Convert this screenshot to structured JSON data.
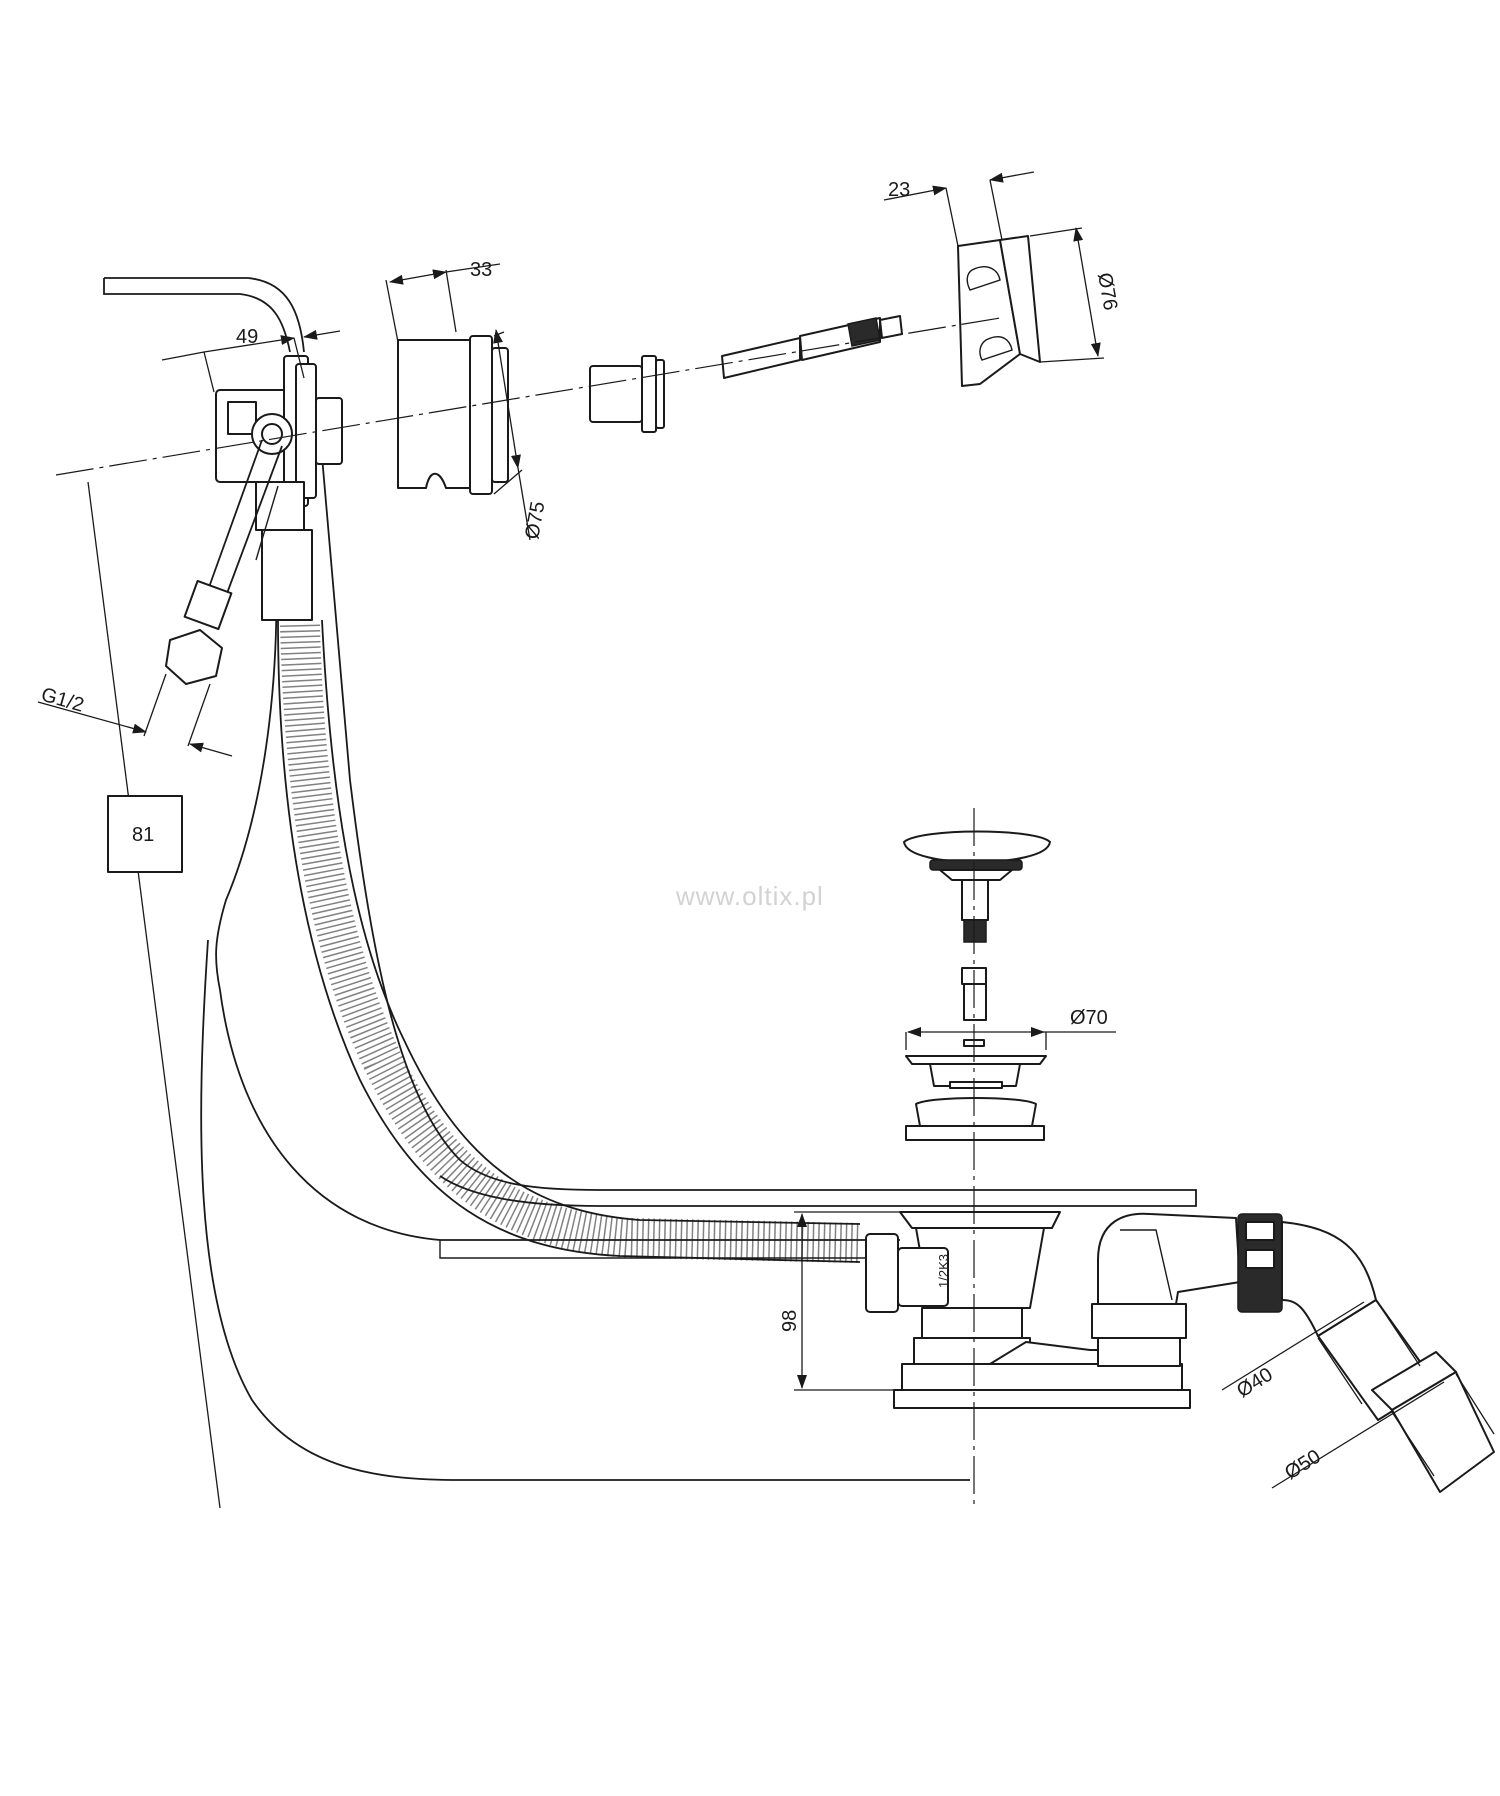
{
  "watermark": "www.oltix.pl",
  "dimensions": {
    "overflow_width": "49",
    "ring_length": "33",
    "handle_length": "23",
    "ring_diameter": "Ø75",
    "handle_diameter": "Ø76",
    "inlet_thread": "G1/2",
    "height_box": "81",
    "plug_diameter": "Ø70",
    "trap_height": "98",
    "outlet_small": "Ø40",
    "outlet_large": "Ø50"
  },
  "trap_label": "1/2K3"
}
